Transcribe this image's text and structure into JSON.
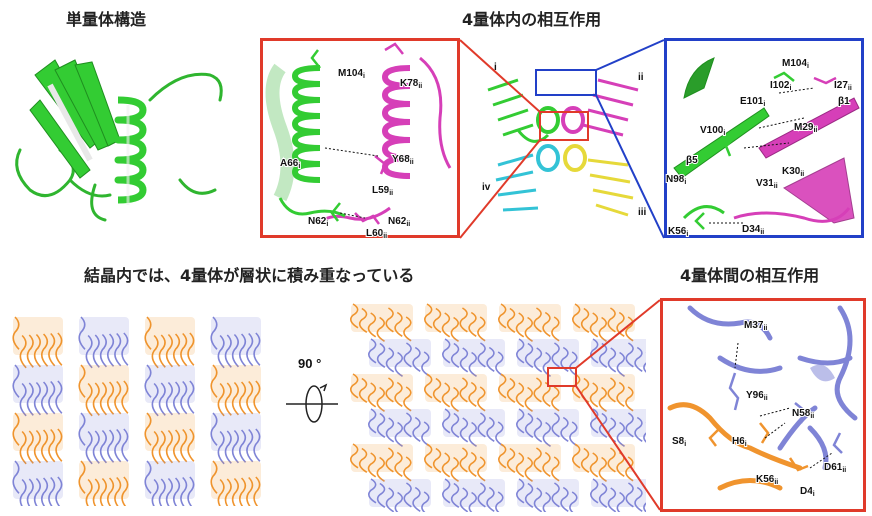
{
  "titles": {
    "monomer": "単量体構造",
    "tetramer_interactions": "4量体内の相互作用",
    "crystal_layers": "結晶内では、4量体が層状に積み重なっている",
    "inter_tetramer": "4量体間の相互作用"
  },
  "rotation_label": "90 °",
  "colors": {
    "chain_i": "#33cc33",
    "chain_ii": "#d63fb8",
    "chain_iii": "#e6d93a",
    "chain_iv": "#33c3d6",
    "tetramer_orange": "#f0942e",
    "tetramer_blue": "#7f84d6",
    "zoom_red_frame": "#e03a2a",
    "zoom_blue_frame": "#2240c8"
  },
  "tetramer_chain_labels": [
    "i",
    "ii",
    "iii",
    "iv"
  ],
  "red_zoom_labels": {
    "m104": "M104",
    "m104_sub": "i",
    "k78": "K78",
    "k78_sub": "ii",
    "a66": "A66",
    "a66_sub": "i",
    "y68": "Y68",
    "y68_sub": "ii",
    "l59": "L59",
    "l59_sub": "ii",
    "n62a": "N62",
    "n62a_sub": "i",
    "n62b": "N62",
    "n62b_sub": "ii",
    "l60": "L60",
    "l60_sub": "ii"
  },
  "blue_zoom_labels": {
    "m104": "M104",
    "m104_sub": "i",
    "i27": "I27",
    "i27_sub": "ii",
    "i102": "I102",
    "i102_sub": "i",
    "b1": "β1",
    "e101": "E101",
    "e101_sub": "i",
    "m29": "M29",
    "m29_sub": "ii",
    "v100": "V100",
    "v100_sub": "i",
    "b5": "β5",
    "k30": "K30",
    "k30_sub": "ii",
    "n98": "N98",
    "n98_sub": "i",
    "v31": "V31",
    "v31_sub": "ii",
    "k56": "K56",
    "k56_sub": "i",
    "d34": "D34",
    "d34_sub": "ii"
  },
  "inter_zoom_labels": {
    "m37": "M37",
    "m37_sub": "ii",
    "y96": "Y96",
    "y96_sub": "ii",
    "n58": "N58",
    "n58_sub": "ii",
    "s8": "S8",
    "s8_sub": "i",
    "h6": "H6",
    "h6_sub": "i",
    "d61": "D61",
    "d61_sub": "ii",
    "k56": "K56",
    "k56_sub": "ii",
    "d4": "D4",
    "d4_sub": "i"
  }
}
